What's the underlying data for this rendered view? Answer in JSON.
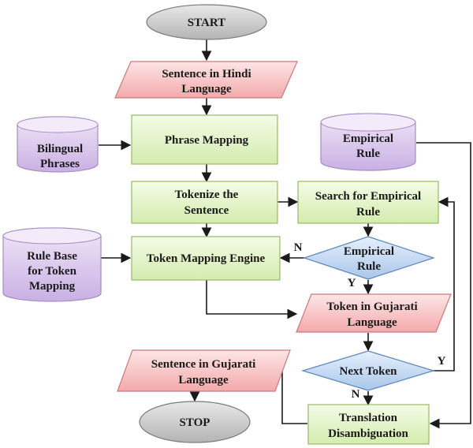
{
  "diagram": {
    "nodes": {
      "start": {
        "lines": [
          "START"
        ],
        "kind": "terminal"
      },
      "sentence_hindi": {
        "lines": [
          "Sentence in Hindi",
          "Language"
        ],
        "kind": "io"
      },
      "phrase_mapping": {
        "lines": [
          "Phrase Mapping"
        ],
        "kind": "process"
      },
      "bilingual_phrases": {
        "lines": [
          "Bilingual",
          "Phrases"
        ],
        "kind": "database"
      },
      "empirical_rule_db": {
        "lines": [
          "Empirical",
          "Rule"
        ],
        "kind": "database"
      },
      "tokenize": {
        "lines": [
          "Tokenize the",
          "Sentence"
        ],
        "kind": "process"
      },
      "search_empirical": {
        "lines": [
          "Search for Empirical",
          "Rule"
        ],
        "kind": "process"
      },
      "rule_base": {
        "lines": [
          "Rule Base",
          "for Token",
          "Mapping"
        ],
        "kind": "database"
      },
      "token_mapping": {
        "lines": [
          "Token Mapping Engine"
        ],
        "kind": "process"
      },
      "empirical_decision": {
        "lines": [
          "Empirical",
          "Rule"
        ],
        "kind": "decision"
      },
      "token_gujarati": {
        "lines": [
          "Token in Gujarati",
          "Language"
        ],
        "kind": "io"
      },
      "next_token": {
        "lines": [
          "Next Token"
        ],
        "kind": "decision"
      },
      "sentence_gujarati": {
        "lines": [
          "Sentence in Gujarati",
          "Language"
        ],
        "kind": "io"
      },
      "stop": {
        "lines": [
          "STOP"
        ],
        "kind": "terminal"
      },
      "translation": {
        "lines": [
          "Translation",
          "Disambiguation"
        ],
        "kind": "process"
      }
    },
    "edge_labels": {
      "no_1": "N",
      "yes_1": "Y",
      "yes_2": "Y",
      "no_2": "N"
    },
    "colors": {
      "process_fill_top": "#f4fce6",
      "process_fill_bottom": "#d3ecae",
      "process_stroke": "#98b966",
      "io_fill_top": "#fde6e6",
      "io_fill_bottom": "#f3a9ab",
      "io_stroke": "#c97a7c",
      "decision_fill_top": "#e6f0fc",
      "decision_fill_bottom": "#a9c6ea",
      "decision_stroke": "#5d86bb",
      "database_fill_top": "#f0e6f8",
      "database_fill_bottom": "#c9b0e3",
      "database_stroke": "#a58cc4",
      "terminal_fill_top": "#e8e8e8",
      "terminal_fill_bottom": "#b4b4b4",
      "terminal_stroke": "#7a7a7a",
      "line": "#1a1a1a"
    }
  }
}
